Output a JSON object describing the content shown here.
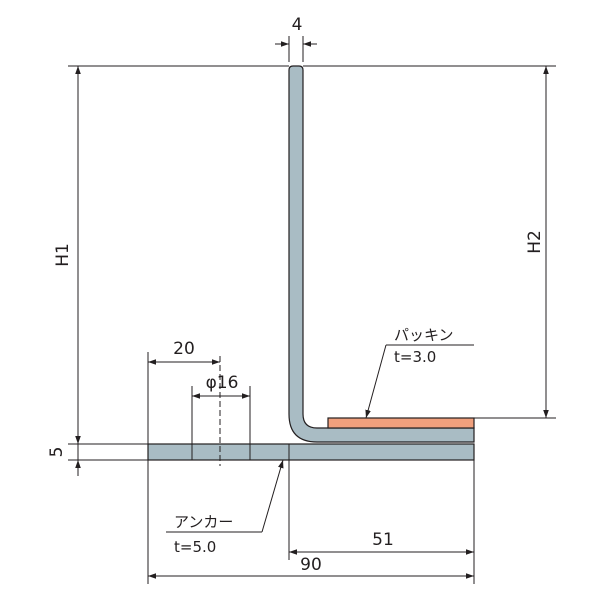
{
  "colors": {
    "steel": "#a9bcc4",
    "packing": "#f0a07d",
    "line": "#231f20",
    "background": "#ffffff"
  },
  "dimensions": {
    "top_thickness": "4",
    "h1": "H1",
    "h2": "H2",
    "base_thickness": "5",
    "hole_offset": "20",
    "hole_diameter": "φ16",
    "leg_to_end": "51",
    "total_width": "90"
  },
  "labels": {
    "packing_name": "パッキン",
    "packing_thickness": "t=3.0",
    "anchor_name": "アンカー",
    "anchor_thickness": "t=5.0"
  }
}
